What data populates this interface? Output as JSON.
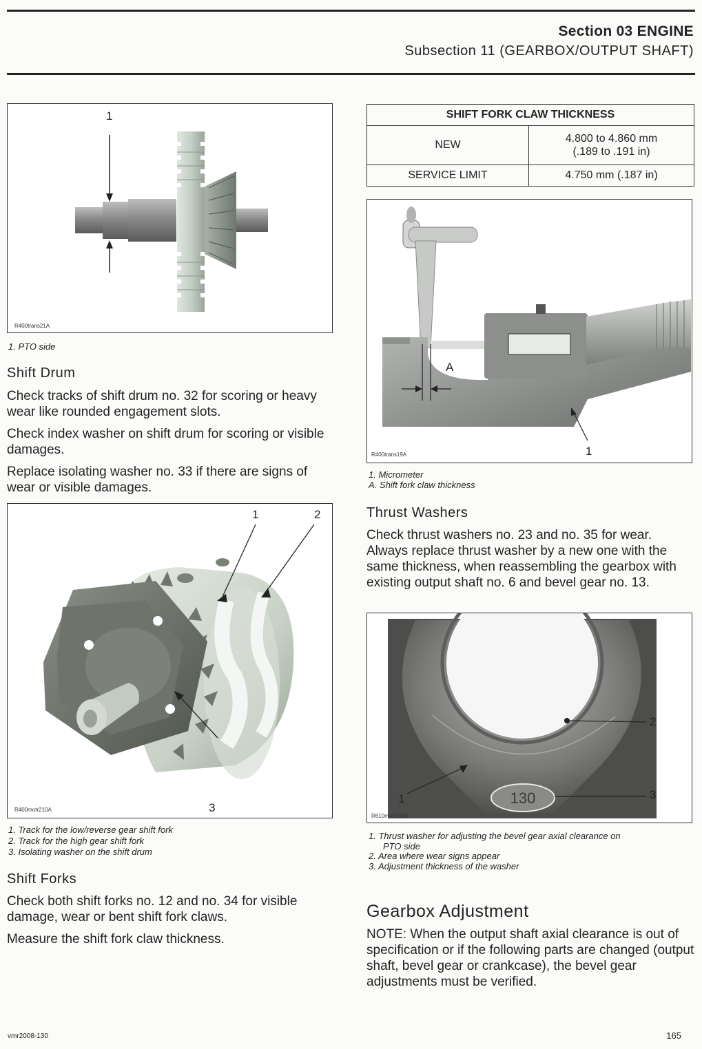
{
  "header": {
    "section": "Section 03 ENGINE",
    "subsection": "Subsection 11 (GEARBOX/OUTPUT SHAFT)"
  },
  "fig1": {
    "image_id": "R400trans21A",
    "callouts": [
      "1"
    ],
    "legend": [
      "1.  PTO side"
    ]
  },
  "shift_drum": {
    "heading": "Shift Drum",
    "para1": "Check tracks of shift drum no. 32 for scoring or heavy wear like rounded engagement slots.",
    "para2": "Check index washer on shift drum for scoring or visible damages.",
    "para3": "Replace isolating washer no. 33 if there are signs of wear or visible damages."
  },
  "fig2": {
    "image_id": "R400motr210A",
    "callouts": [
      "1",
      "2",
      "3"
    ],
    "legend": [
      "1.  Track for the low/reverse gear shift fork",
      "2.  Track for the high gear shift fork",
      "3.  Isolating washer on the shift drum"
    ]
  },
  "shift_forks": {
    "heading": "Shift Forks",
    "para1": "Check both shift forks no. 12 and no. 34 for visible damage, wear or bent shift fork claws.",
    "para2": "Measure the shift fork claw thickness."
  },
  "table": {
    "title": "SHIFT FORK CLAW THICKNESS",
    "rows": [
      {
        "label": "NEW",
        "value_line1": "4.800 to 4.860 mm",
        "value_line2": "(.189 to .191 in)"
      },
      {
        "label": "SERVICE LIMIT",
        "value_line1": "4.750 mm (.187 in)"
      }
    ]
  },
  "fig3": {
    "image_id": "R400trans19A",
    "callouts": [
      "A",
      "1"
    ],
    "legend": [
      "1.  Micrometer",
      "A.  Shift fork claw thickness"
    ]
  },
  "thrust_washers": {
    "heading": "Thrust Washers",
    "para1": "Check thrust washers no. 23 and no. 35 for wear. Always replace thrust washer by a new one with the same thickness, when reassembling the gearbox with existing output shaft no. 6 and bevel gear no. 13."
  },
  "fig4": {
    "image_id": "R610motr183A",
    "stamp": "130",
    "callouts": [
      "1",
      "2",
      "3"
    ],
    "legend": [
      "1.  Thrust washer for adjusting the bevel gear axial clearance on",
      "PTO side",
      "2.  Area where wear signs appear",
      "3.  Adjustment thickness of the washer"
    ]
  },
  "gearbox_adjustment": {
    "heading": "Gearbox Adjustment",
    "note": "NOTE: When the output shaft axial clearance is out of specification or if the following parts are changed (output shaft, bevel gear or crankcase), the bevel gear adjustments must be verified."
  },
  "footer": {
    "doc_code": "vmr2008-130",
    "page_number": "165"
  }
}
